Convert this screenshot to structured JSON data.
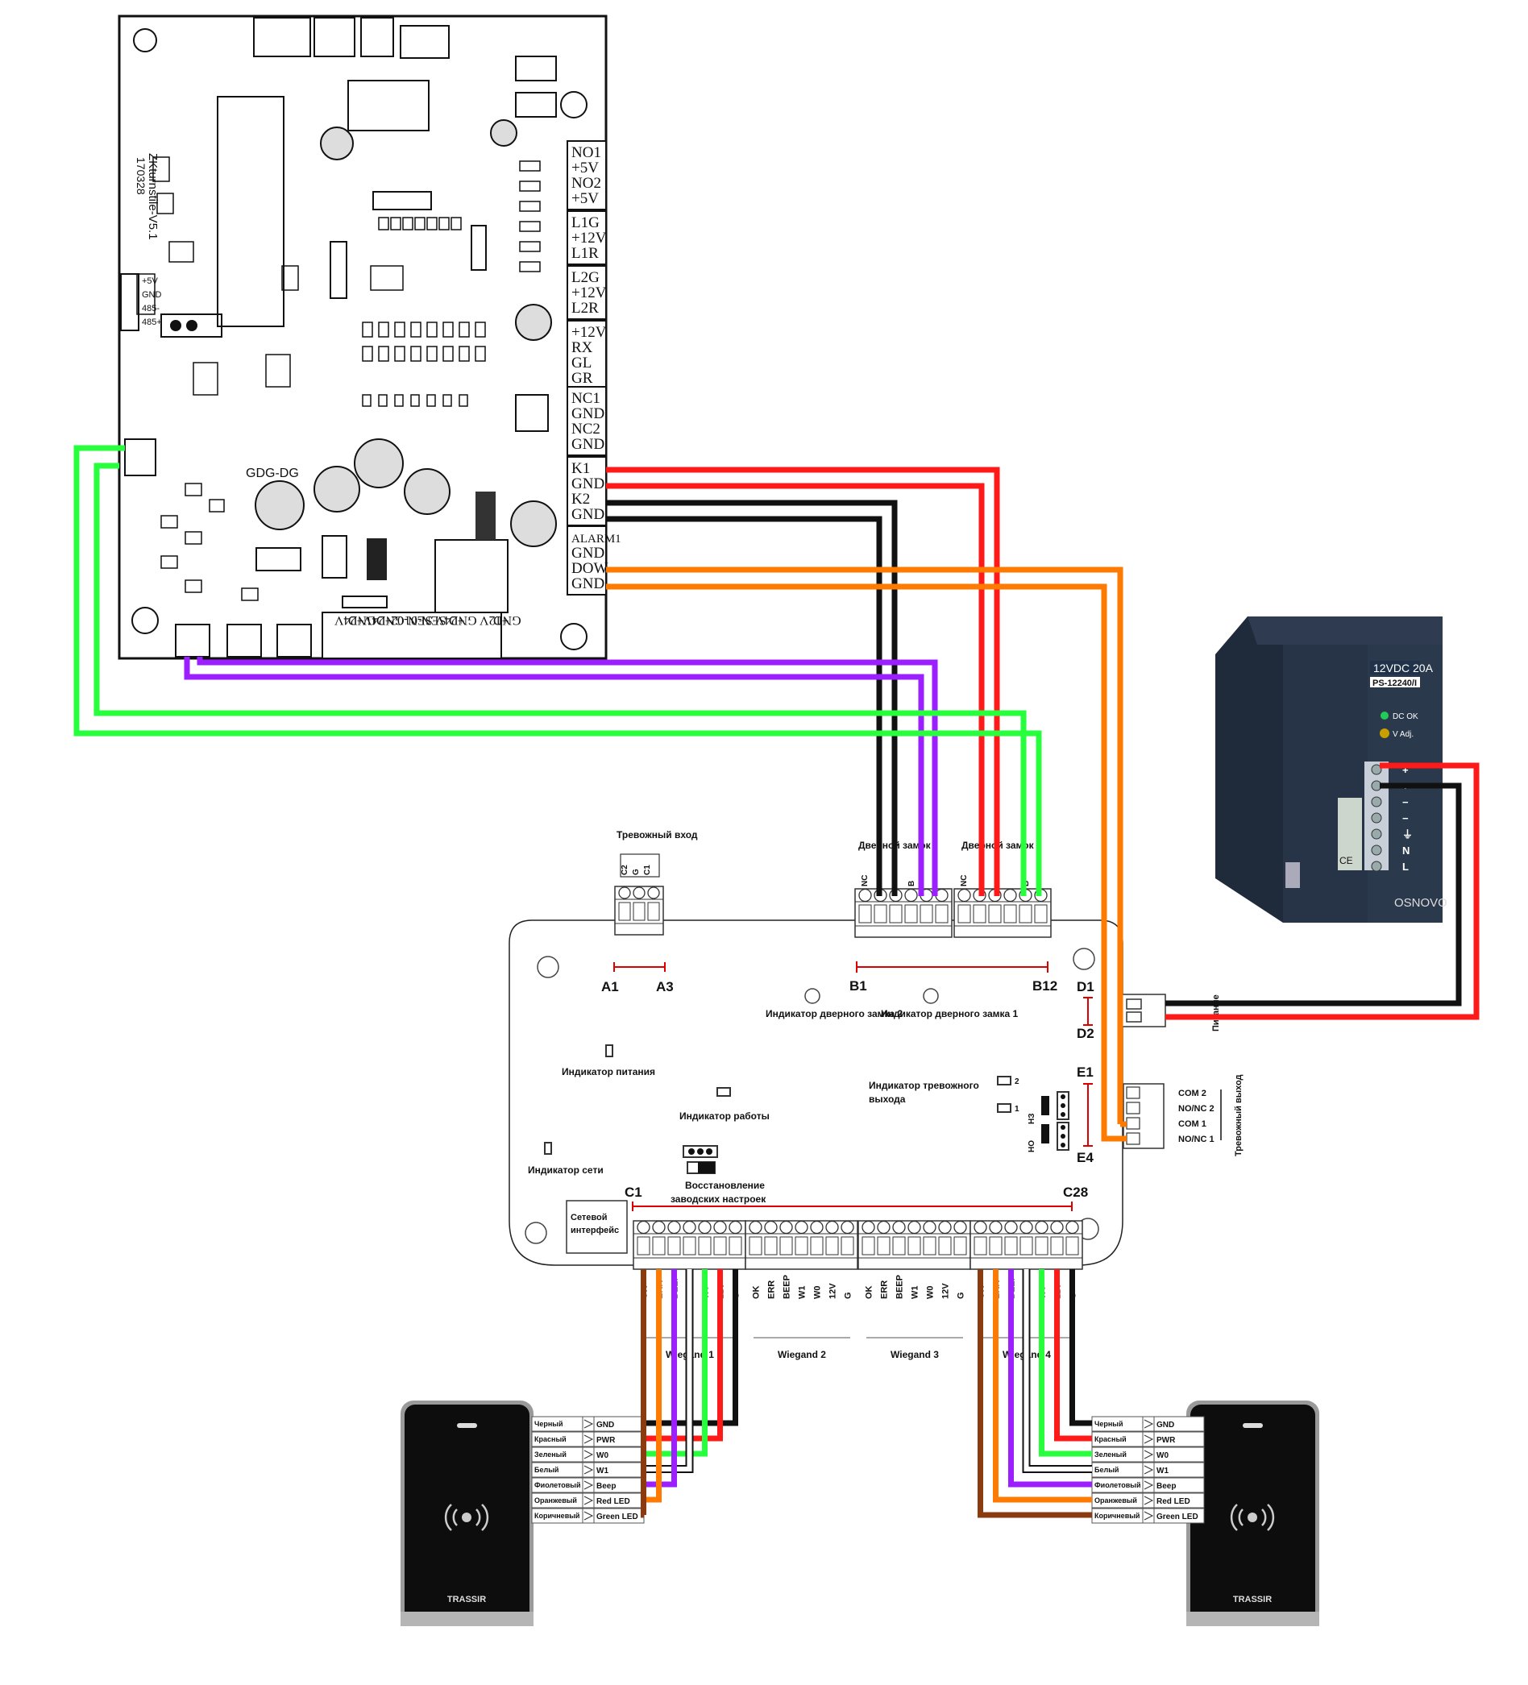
{
  "turnstile_board": {
    "model": "ZKturnstile-V5.1",
    "date": "170328",
    "gdg": "GDG-DG",
    "right_terminals": [
      "NO1",
      "+5V",
      "NO2",
      "+5V",
      "L1G",
      "+12V",
      "L1R",
      "L2G",
      "+12V",
      "L2R",
      "+12V",
      "RX",
      "GL",
      "GR",
      "NC1",
      "GND",
      "NC2",
      "GND",
      "K1",
      "GND",
      "K2",
      "GND",
      "ALARM1",
      "GND",
      "DOW",
      "GND"
    ],
    "bottom_terminals": [
      "+24V",
      "GND",
      "+24V",
      "GND",
      "SEN-02",
      "SEN-01",
      "+24V",
      "GND",
      "+12V",
      "GND"
    ],
    "left_terminals": [
      "+5V",
      "GND",
      "485-",
      "485+"
    ]
  },
  "power_supply": {
    "model_line1": "12VDC 20A",
    "model_line2": "PS-12240/I",
    "dc_ok": "DC OK",
    "v_adj": "V Adj.",
    "terminals": [
      "+",
      "+",
      "−",
      "−",
      "⏚",
      "N",
      "L"
    ],
    "brand": "OSNOVO",
    "ce": "CE"
  },
  "controller": {
    "alarm_input_title": "Тревожный вход",
    "alarm_input_pins": [
      "C2",
      "G",
      "C1"
    ],
    "door_lock_label": "Дверной замок",
    "lock_pins": [
      "NC",
      "B"
    ],
    "lock2_pins": [
      "NC",
      "B"
    ],
    "labels": {
      "a1": "A1",
      "a3": "A3",
      "b1": "B1",
      "b12": "B12",
      "d1": "D1",
      "d2": "D2",
      "e1": "E1",
      "e4": "E4",
      "c1": "C1",
      "c28": "C28"
    },
    "indicators": {
      "door2": "Индикатор дверного замка 2",
      "door1": "Индикатор дверного замка 1",
      "power": "Индикатор питания",
      "work": "Индикатор работы",
      "network": "Индикатор сети",
      "alarm_out": "Индикатор тревожного выхода",
      "reset": "Восстановление заводских настроек"
    },
    "power_label": "Питание",
    "alarm_output_title": "Тревожный выход",
    "alarm_outputs": [
      "COM 2",
      "NO/NC 2",
      "COM 1",
      "NO/NC 1"
    ],
    "nc_label": "НЗ",
    "no_label": "НО",
    "jumper_1": "1",
    "jumper_2": "2",
    "network_interface": "Сетевой интерфейс",
    "wiegand_pins": [
      "OK",
      "ERR",
      "BEEP",
      "W1",
      "W0",
      "12V",
      "G"
    ],
    "wiegand_titles": [
      "Wiegand 1",
      "Wiegand 2",
      "Wiegand 3",
      "Wiegand 4"
    ]
  },
  "reader": {
    "brand": "TRASSIR",
    "rows": [
      {
        "color_name": "Черный",
        "pin": "GND"
      },
      {
        "color_name": "Красный",
        "pin": "PWR"
      },
      {
        "color_name": "Зеленый",
        "pin": "W0"
      },
      {
        "color_name": "Белый",
        "pin": "W1"
      },
      {
        "color_name": "Фиолетовый",
        "pin": "Beep"
      },
      {
        "color_name": "Оранжевый",
        "pin": "Red LED"
      },
      {
        "color_name": "Коричневый",
        "pin": "Green LED"
      }
    ]
  },
  "wire_colors": {
    "red": "#ff1a1a",
    "black": "#111111",
    "orange": "#ff7a00",
    "purple": "#9b1fff",
    "green": "#28ff3c",
    "brown": "#8a3c10",
    "white": "#ffffff"
  }
}
